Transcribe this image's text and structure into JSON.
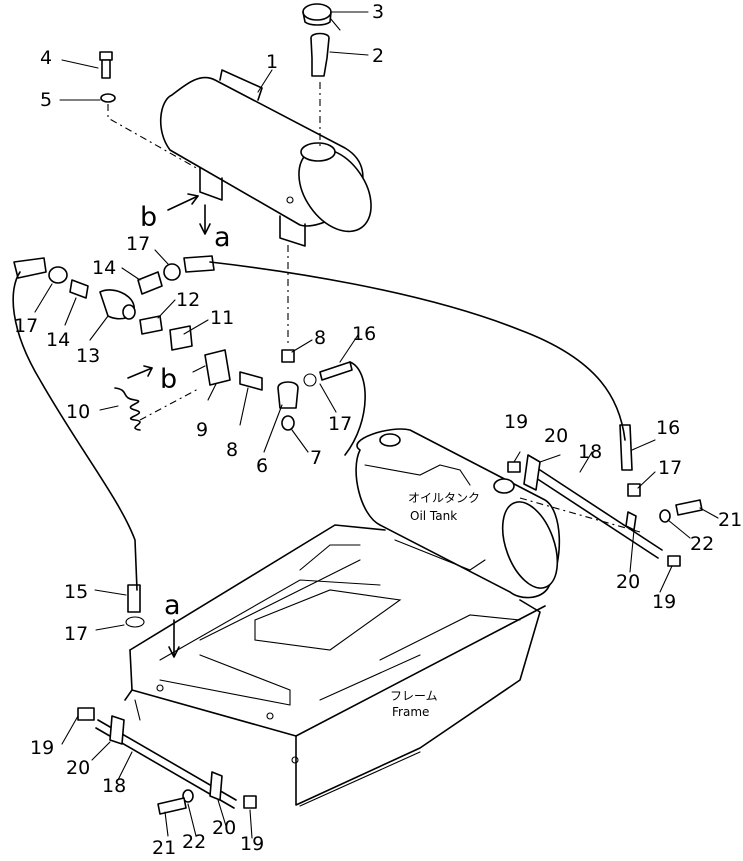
{
  "callouts": {
    "c1": "1",
    "c2": "2",
    "c3": "3",
    "c4": "4",
    "c5": "5",
    "c6": "6",
    "c7": "7",
    "c8a": "8",
    "c8b": "8",
    "c9": "9",
    "c10": "10",
    "c11": "11",
    "c12": "12",
    "c13": "13",
    "c14a": "14",
    "c14b": "14",
    "c15": "15",
    "c16a": "16",
    "c16b": "16",
    "c17a": "17",
    "c17b": "17",
    "c17c": "17",
    "c17d": "17",
    "c17e": "17",
    "c18a": "18",
    "c18b": "18",
    "c19a": "19",
    "c19b": "19",
    "c19c": "19",
    "c19d": "19",
    "c20a": "20",
    "c20b": "20",
    "c20c": "20",
    "c20d": "20",
    "c21a": "21",
    "c21b": "21",
    "c22a": "22",
    "c22b": "22"
  },
  "view_labels": {
    "a1": "a",
    "a2": "a",
    "b1": "b",
    "b2": "b"
  },
  "annotations": {
    "oil_tank_jp": "オイルタンク",
    "oil_tank_en": "Oil Tank",
    "frame_jp": "フレーム",
    "frame_en": "Frame"
  }
}
